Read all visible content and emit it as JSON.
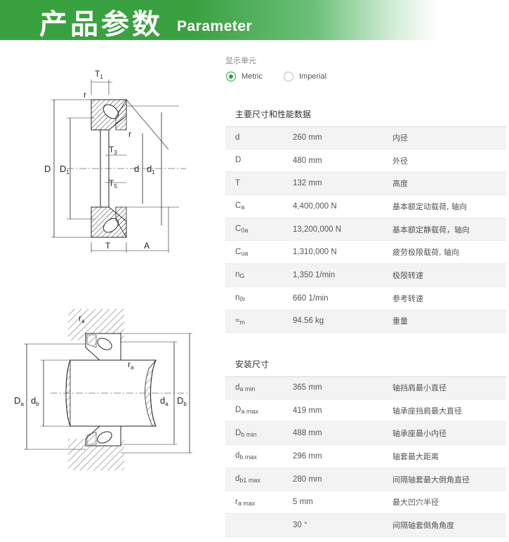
{
  "banner": {
    "title": "产品参数",
    "subtitle": "Parameter"
  },
  "units": {
    "label": "显示单元",
    "options": [
      {
        "label": "Metric",
        "selected": true
      },
      {
        "label": "Imperial",
        "selected": false
      }
    ]
  },
  "diagram_top": {
    "labels": {
      "T1": "T",
      "T1_sub": "1",
      "r1": "r",
      "r2": "r",
      "D": "D",
      "D1": "D",
      "D1_sub": "1",
      "T3": "T",
      "T3_sub": "3",
      "T5": "T",
      "T5_sub": "5",
      "d": "d",
      "d1": "d",
      "d1_sub": "1",
      "T": "T",
      "A": "A"
    }
  },
  "diagram_bottom": {
    "labels": {
      "ra1": "r",
      "ra1_sub": "a",
      "ra2": "r",
      "ra2_sub": "a",
      "Da": "D",
      "Da_sub": "a",
      "db": "d",
      "db_sub": "b",
      "da": "d",
      "da_sub": "a",
      "Db": "D",
      "Db_sub": "b"
    }
  },
  "main_dimensions": {
    "title": "主要尺寸和性能数据",
    "rows": [
      {
        "sym": "d",
        "sub": "",
        "value": "260 mm",
        "desc": "内径"
      },
      {
        "sym": "D",
        "sub": "",
        "value": "480 mm",
        "desc": "外径"
      },
      {
        "sym": "T",
        "sub": "",
        "value": "132 mm",
        "desc": "高度"
      },
      {
        "sym": "C",
        "sub": "a",
        "value": "4,400,000 N",
        "desc": "基本额定动载荷, 轴向"
      },
      {
        "sym": "C",
        "sub": "0a",
        "value": "13,200,000 N",
        "desc": "基本额定静载荷，轴向"
      },
      {
        "sym": "C",
        "sub": "ua",
        "value": "1,310,000 N",
        "desc": "疲劳极限载荷, 轴向"
      },
      {
        "sym": "n",
        "sub": "G",
        "value": "1,350 1/min",
        "desc": "极限转速"
      },
      {
        "sym": "n",
        "sub": "ϑr",
        "value": "660 1/min",
        "desc": "参考转速"
      },
      {
        "sym": "≈",
        "sub": "m",
        "value": "94.56 kg",
        "desc": "重量"
      }
    ]
  },
  "mounting_dimensions": {
    "title": "安装尺寸",
    "rows": [
      {
        "sym": "d",
        "sub": "a min",
        "value": "365 mm",
        "desc": "轴挡肩最小直径"
      },
      {
        "sym": "D",
        "sub": "a max",
        "value": "419 mm",
        "desc": "轴承座挡肩最大直径"
      },
      {
        "sym": "D",
        "sub": "b min",
        "value": "488 mm",
        "desc": "轴承座最小内径"
      },
      {
        "sym": "d",
        "sub": "b max",
        "value": "296 mm",
        "desc": "轴套最大距离"
      },
      {
        "sym": "d",
        "sub": "b1 max",
        "value": "280 mm",
        "desc": "间隔轴套最大倒角直径"
      },
      {
        "sym": "r",
        "sub": "a max",
        "value": "5 mm",
        "desc": "最大凹穴半径"
      },
      {
        "sym": "",
        "sub": "",
        "value": "30 °",
        "desc": "间隔轴套倒角角度"
      }
    ]
  },
  "colors": {
    "brand_green": "#3aa141",
    "radio_green": "#2e9d3f",
    "row_alt": "#f3f3f3"
  }
}
